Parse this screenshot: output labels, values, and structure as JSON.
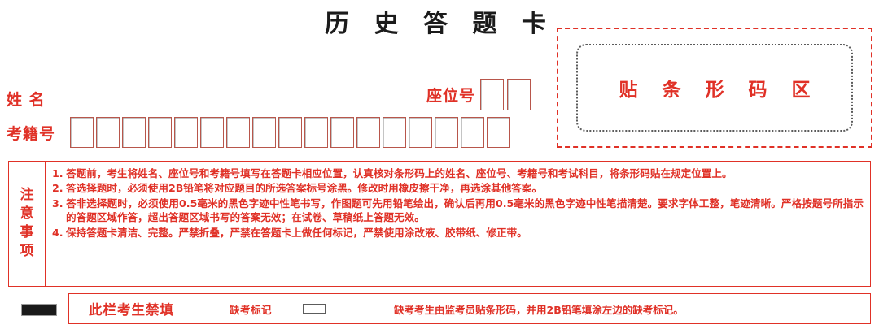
{
  "colors": {
    "red": "#e03127",
    "black": "#1b1b1b",
    "gray_line": "#6d6a6a",
    "dotted_gray": "#5b5b5b"
  },
  "header": {
    "title": "历 史 答 题 卡"
  },
  "identity": {
    "name_label": "姓   名",
    "name_value": "",
    "seat_label": "座位号",
    "seat_boxes": [
      "",
      ""
    ],
    "exam_no_label": "考籍号",
    "exam_no_boxes": [
      "",
      "",
      "",
      "",
      "",
      "",
      "",
      "",
      "",
      "",
      "",
      "",
      "",
      "",
      "",
      "",
      ""
    ]
  },
  "barcode": {
    "label": "贴 条 形 码 区"
  },
  "notice": {
    "title_chars": [
      "注",
      "意",
      "事",
      "项"
    ],
    "items": [
      {
        "num": "1.",
        "text": "答题前，考生将姓名、座位号和考籍号填写在答题卡相应位置，认真核对条形码上的姓名、座位号、考籍号和考试科目，将条形码贴在规定位置上。"
      },
      {
        "num": "2.",
        "text": "答选择题时，必须使用2B铅笔将对应题目的所选答案标号涂黑。修改时用橡皮擦干净，再选涂其他答案。"
      },
      {
        "num": "3.",
        "text": "答非选择题时，必须使用0.5毫米的黑色字迹中性笔书写，作图题可先用铅笔绘出，确认后再用0.5毫米的黑色字迹中性笔描清楚。要求字体工整，笔迹清晰。严格按题号所指示的答题区域作答，超出答题区域书写的答案无效；在试卷、草稿纸上答题无效。"
      },
      {
        "num": "4.",
        "text": "保持答题卡清洁、完整。严禁折叠，严禁在答题卡上做任何标记，严禁使用涂改液、胶带纸、修正带。"
      }
    ]
  },
  "bottom": {
    "forbidden_label": "此栏考生禁填",
    "absent_mark_label": "缺考标记",
    "absent_note": "缺考考生由监考员贴条形码，并用2B铅笔填涂左边的缺考标记。"
  }
}
